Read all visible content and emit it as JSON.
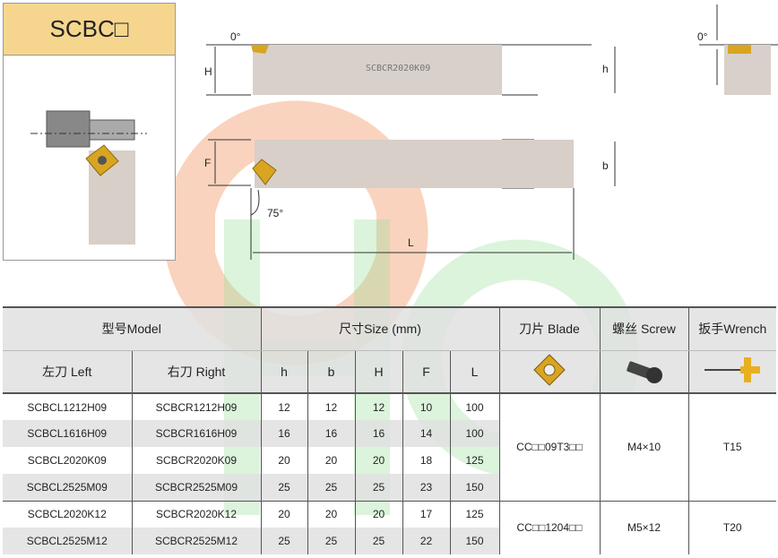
{
  "title": "SCBC□",
  "drawing": {
    "tool_marking": "SCBCR2020K09",
    "angle_top": "0°",
    "angle_side": "0°",
    "angle_lead": "75°",
    "dim_H": "H",
    "dim_h": "h",
    "dim_F": "F",
    "dim_b": "b",
    "dim_L": "L"
  },
  "table": {
    "header": {
      "model": "型号Model",
      "size": "尺寸Size (mm)",
      "blade": "刀片 Blade",
      "screw": "螺丝 Screw",
      "wrench": "扳手Wrench"
    },
    "subheader": {
      "left": "左刀 Left",
      "right": "右刀 Right",
      "h": "h",
      "b": "b",
      "H": "H",
      "F": "F",
      "L": "L"
    },
    "rows": [
      {
        "left": "SCBCL1212H09",
        "right": "SCBCR1212H09",
        "h": "12",
        "b": "12",
        "H": "12",
        "F": "10",
        "L": "100"
      },
      {
        "left": "SCBCL1616H09",
        "right": "SCBCR1616H09",
        "h": "16",
        "b": "16",
        "H": "16",
        "F": "14",
        "L": "100"
      },
      {
        "left": "SCBCL2020K09",
        "right": "SCBCR2020K09",
        "h": "20",
        "b": "20",
        "H": "20",
        "F": "18",
        "L": "125"
      },
      {
        "left": "SCBCL2525M09",
        "right": "SCBCR2525M09",
        "h": "25",
        "b": "25",
        "H": "25",
        "F": "23",
        "L": "150"
      },
      {
        "left": "SCBCL2020K12",
        "right": "SCBCR2020K12",
        "h": "20",
        "b": "20",
        "H": "20",
        "F": "17",
        "L": "125"
      },
      {
        "left": "SCBCL2525M12",
        "right": "SCBCR2525M12",
        "h": "25",
        "b": "25",
        "H": "25",
        "F": "22",
        "L": "150"
      }
    ],
    "groups": [
      {
        "blade": "CC□□09T3□□",
        "screw": "M4×10",
        "wrench": "T15"
      },
      {
        "blade": "CC□□1204□□",
        "screw": "M5×12",
        "wrench": "T20"
      }
    ]
  },
  "colors": {
    "title_bg": "#f6d68e",
    "insert": "#d9a520",
    "holder": "#d8cfc8"
  }
}
